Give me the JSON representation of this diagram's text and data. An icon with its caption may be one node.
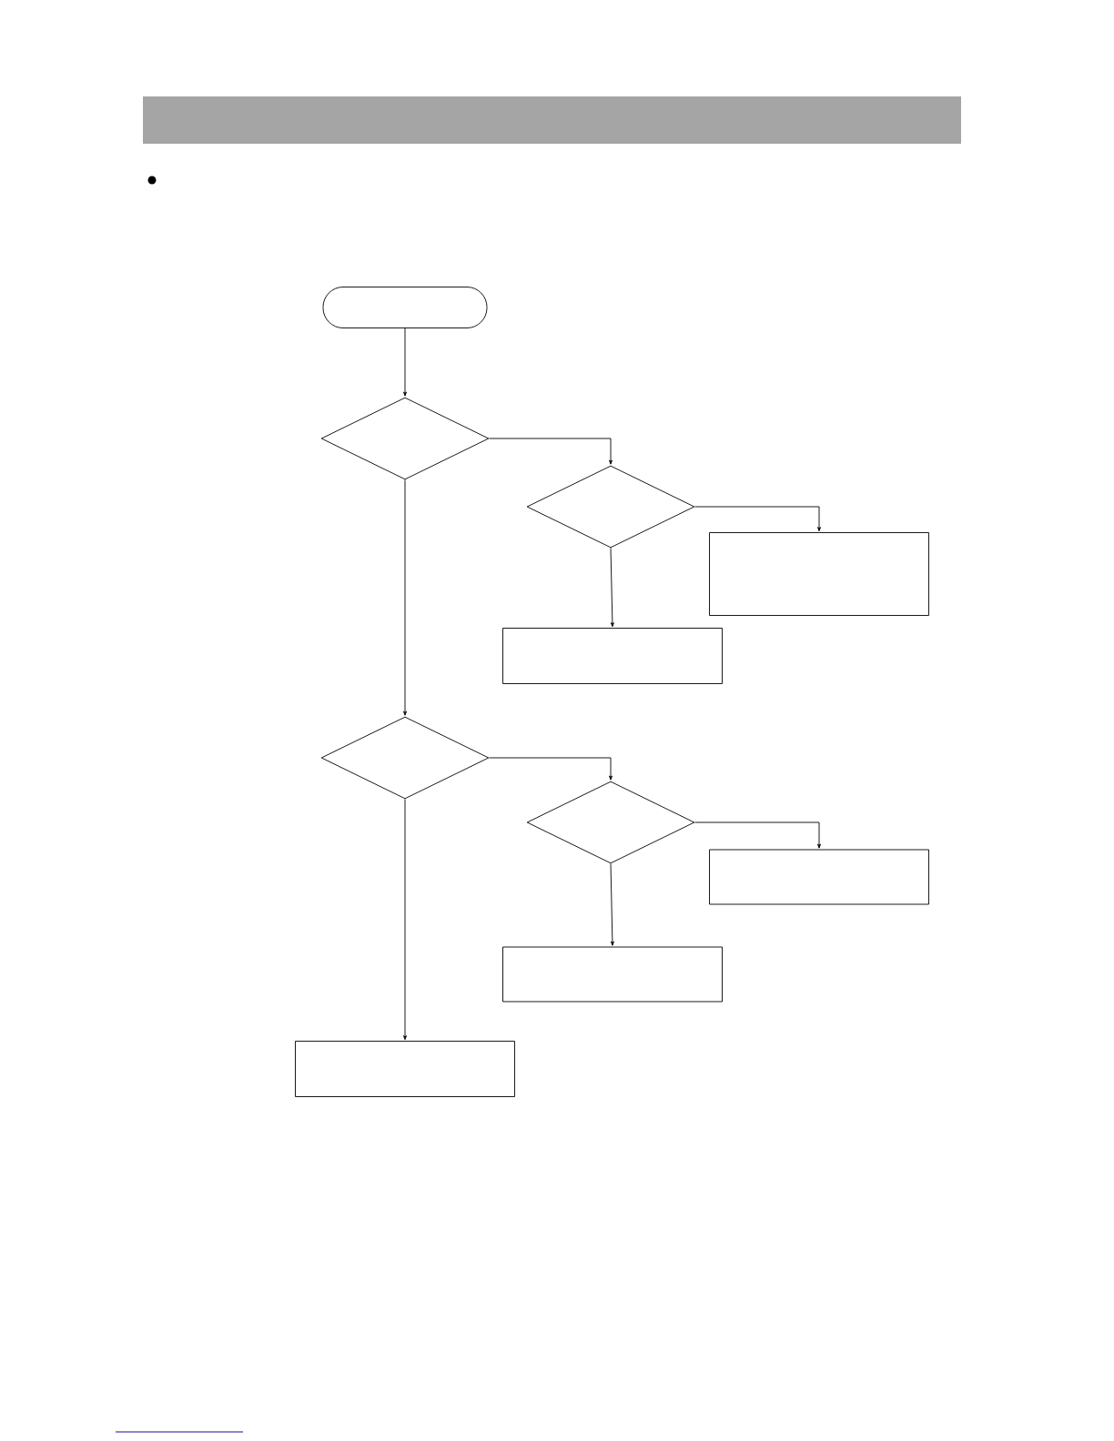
{
  "diagram": {
    "nodes": [
      {
        "text": [],
        "shape": "stadium"
      },
      {
        "text": [],
        "shape": "diamond"
      },
      {
        "text": [],
        "shape": "diamond"
      },
      {
        "text": [],
        "shape": "box"
      },
      {
        "text": [],
        "shape": "box"
      },
      {
        "text": [],
        "shape": "diamond"
      },
      {
        "text": [],
        "shape": "diamond"
      },
      {
        "text": [],
        "shape": "box"
      },
      {
        "text": [],
        "shape": "box"
      },
      {
        "text": [],
        "shape": "box"
      }
    ],
    "edges": [
      {
        "from": 0,
        "to": 1,
        "arrow": "to"
      },
      {
        "from": 1,
        "to": 2,
        "arrow": "to"
      },
      {
        "from": 2,
        "to": 3,
        "arrow": "to"
      },
      {
        "from": 2,
        "to": 4,
        "arrow": "to"
      },
      {
        "from": 1,
        "to": 5,
        "arrow": "to"
      },
      {
        "from": 5,
        "to": 6,
        "arrow": "to"
      },
      {
        "from": 6,
        "to": 7,
        "arrow": "to"
      },
      {
        "from": 6,
        "to": 8,
        "arrow": "to"
      },
      {
        "from": 5,
        "to": 9,
        "arrow": "to"
      }
    ]
  }
}
